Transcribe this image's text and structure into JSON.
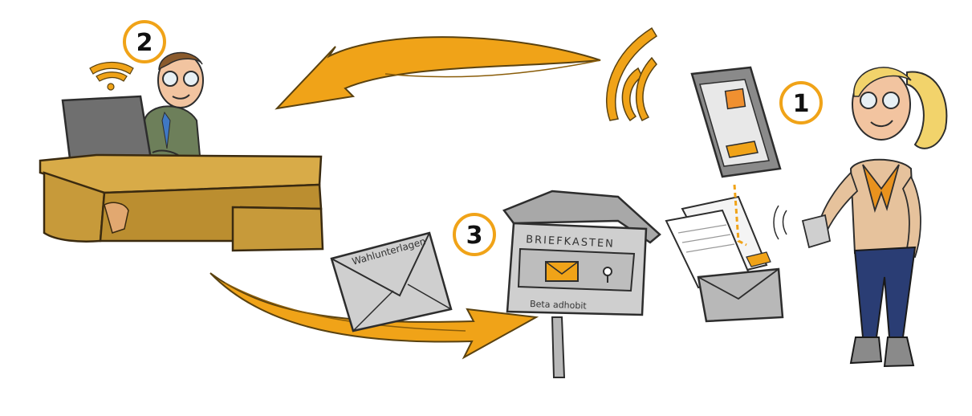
{
  "steps": [
    {
      "number": "1"
    },
    {
      "number": "2"
    },
    {
      "number": "3"
    }
  ],
  "mailbox": {
    "label": "BRIEFKASTEN",
    "nameplate": "Beta adhobit"
  },
  "envelope": {
    "label": "Wahlunterlagen"
  },
  "colors": {
    "arrow": "#f0a318",
    "badge_ring": "#f0a318",
    "desk": "#c79a3a",
    "mailbox": "#c7c7c7",
    "background": "#ffffff"
  },
  "icons": [
    "wifi-waves-icon",
    "smartphone-icon",
    "envelope-icon",
    "mailbox-icon",
    "laptop-icon",
    "desk-icon",
    "man-character",
    "woman-character"
  ]
}
